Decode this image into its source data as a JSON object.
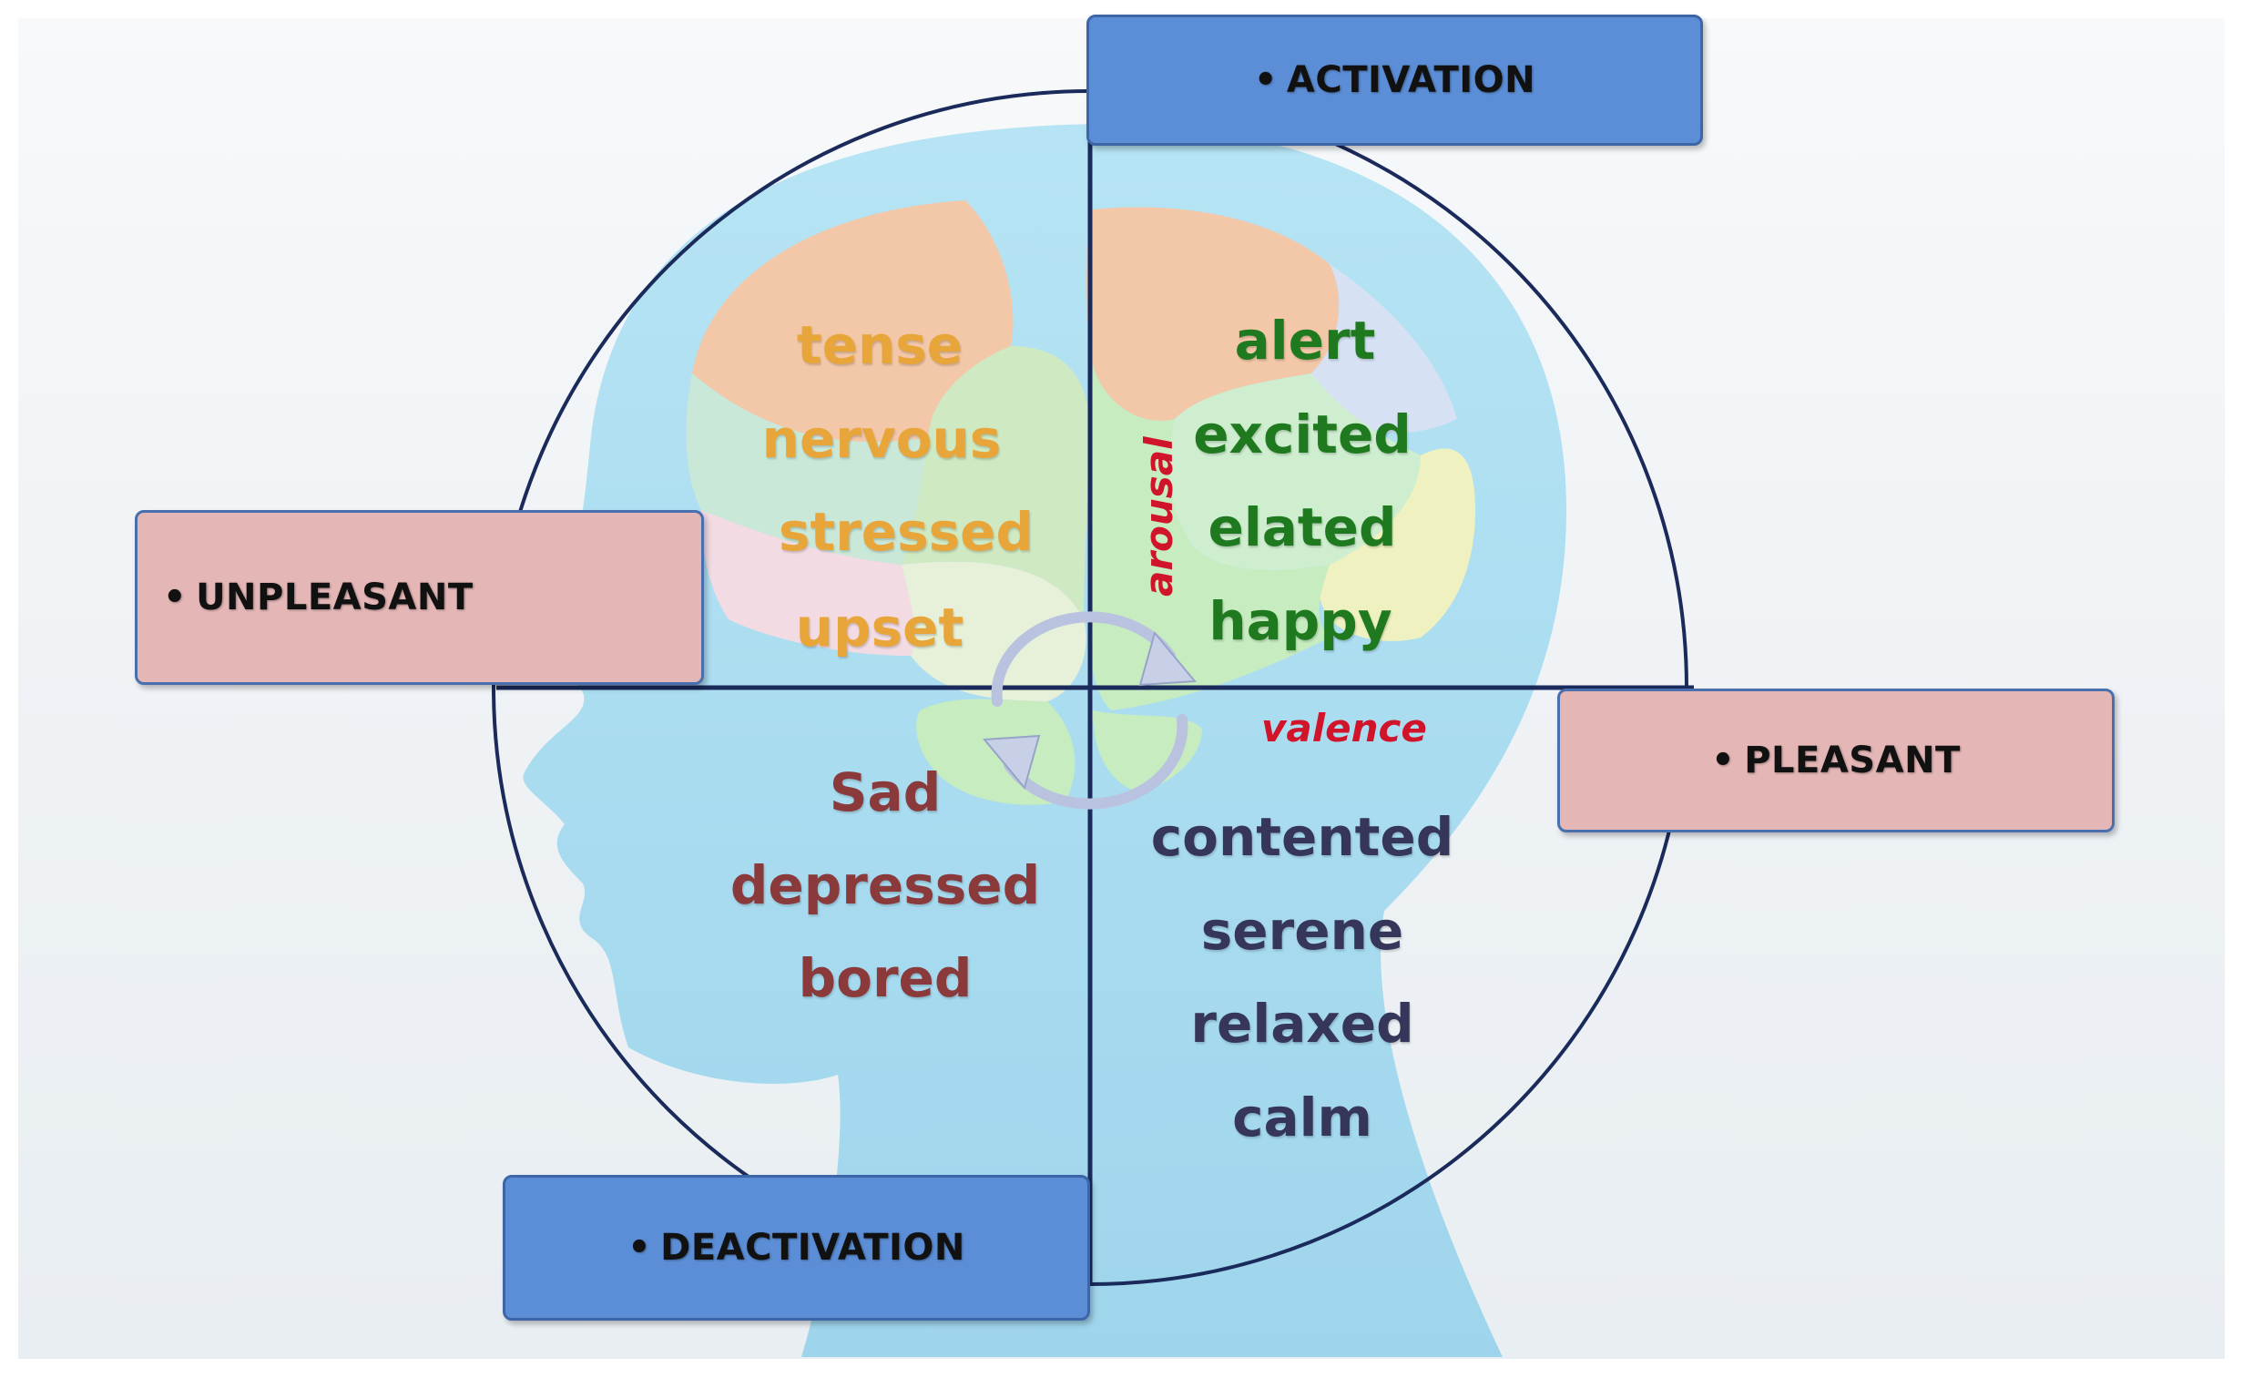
{
  "axes": {
    "top": "ACTIVATION",
    "bottom": "DEACTIVATION",
    "left": "UNPLEASANT",
    "right": "PLEASANT",
    "bullet": "•"
  },
  "dimensions": {
    "vertical": "arousal",
    "horizontal": "valence"
  },
  "quadrants": {
    "top_left": [
      "tense",
      "nervous",
      "stressed",
      "upset"
    ],
    "top_right": [
      "alert",
      "excited",
      "elated",
      "happy"
    ],
    "bottom_left": [
      "Sad",
      "depressed",
      "bored"
    ],
    "bottom_right": [
      "contented",
      "serene",
      "relaxed",
      "calm"
    ]
  },
  "colors": {
    "top_left_words": "#e8a53a",
    "top_right_words": "#1f7a1f",
    "bottom_left_words": "#8a3a3a",
    "bottom_right_words": "#36365a",
    "dimension_labels": "#d0142a",
    "axis_box_blue": "#5b8ed6",
    "axis_box_pink": "#e4b6b6",
    "head_silhouette": "#a9dbef",
    "axis_lines": "#1a2a5a"
  },
  "icons": [
    "cycle-arrows-icon",
    "head-silhouette-icon",
    "brain-puzzle-icon"
  ]
}
